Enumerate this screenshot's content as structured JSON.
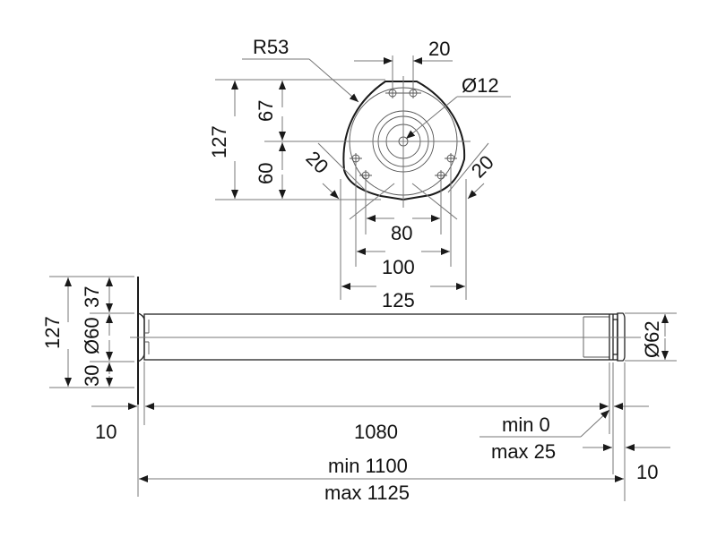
{
  "drawing": {
    "title": "Table leg technical drawing",
    "colors": {
      "line": "#1a1a1a",
      "dimension": "#777777",
      "background": "#ffffff"
    },
    "top_view": {
      "radius_label": "R53",
      "hole_spacing_top": "20",
      "center_hole_diameter": "Ø12",
      "height_total": "127",
      "height_upper": "67",
      "height_lower": "60",
      "offset_left": "20",
      "offset_right": "20",
      "width_inner": "80",
      "width_mid": "100",
      "width_outer": "125"
    },
    "side_view": {
      "plate_height": "127",
      "upper_offset": "37",
      "tube_diameter": "Ø60",
      "lower_offset": "30",
      "end_diameter": "Ø62",
      "plate_thickness": "10",
      "tube_length": "1080",
      "adjust_min": "min 0",
      "adjust_max": "max 25",
      "foot_length": "10",
      "total_min": "min 1100",
      "total_max": "max 1125"
    }
  }
}
